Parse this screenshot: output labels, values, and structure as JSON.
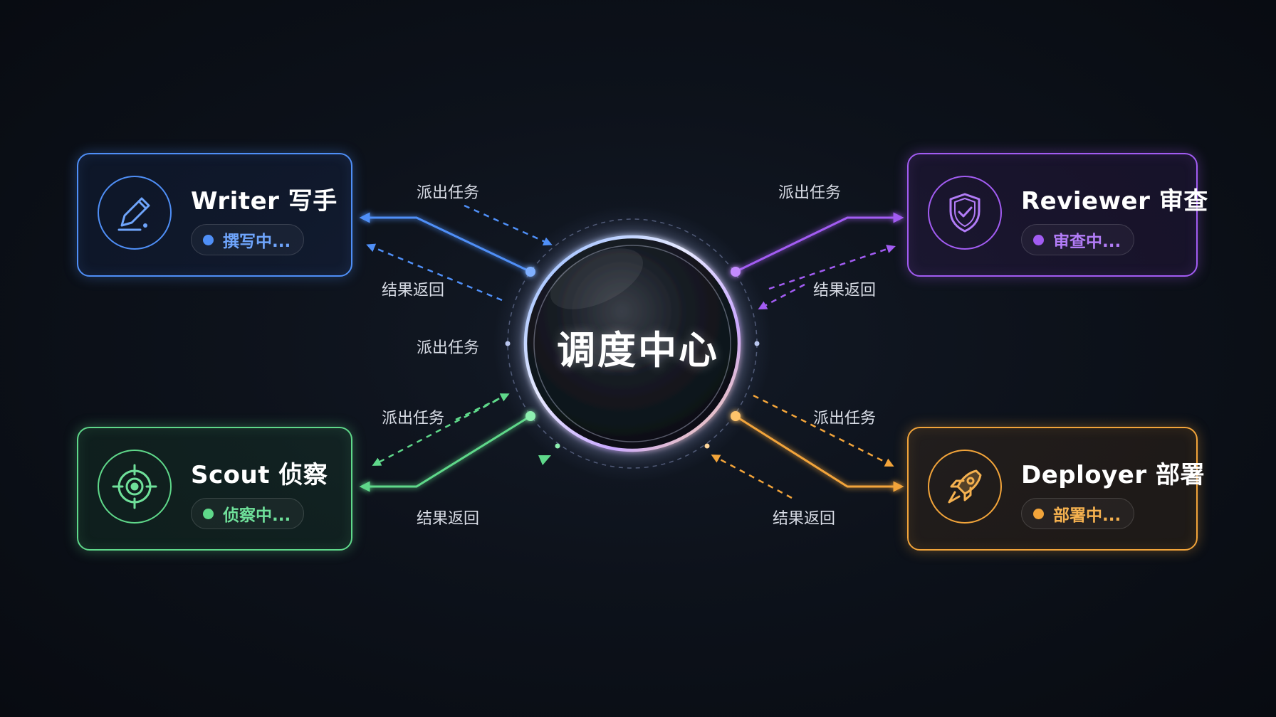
{
  "hub": {
    "title": "调度中心"
  },
  "agents": [
    {
      "id": "writer",
      "name": "Writer 写手",
      "status": "撰写中...",
      "icon": "pen-icon",
      "color": "#4f8ff7"
    },
    {
      "id": "reviewer",
      "name": "Reviewer 审查",
      "status": "审查中...",
      "icon": "shield-check-icon",
      "color": "#a25cf2"
    },
    {
      "id": "scout",
      "name": "Scout 侦察",
      "status": "侦察中...",
      "icon": "crosshair-icon",
      "color": "#5fd88a"
    },
    {
      "id": "deployer",
      "name": "Deployer 部署",
      "status": "部署中...",
      "icon": "rocket-icon",
      "color": "#f2a43a"
    }
  ],
  "flow_labels": {
    "dispatch": "派出任务",
    "return": "结果返回"
  }
}
